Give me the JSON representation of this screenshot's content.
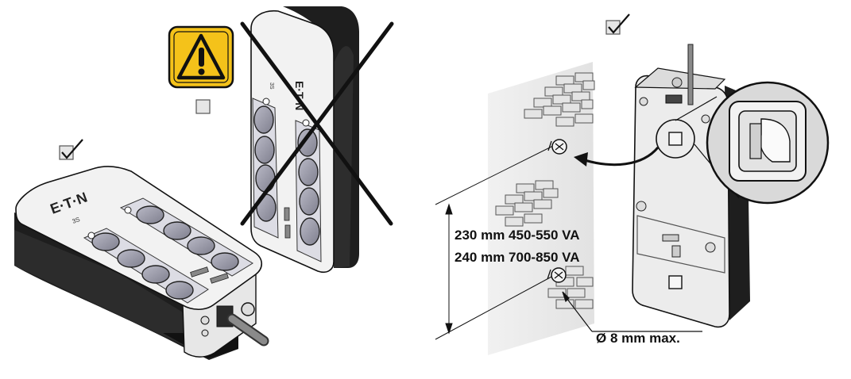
{
  "labels": {
    "size_line_1": "230 mm 450-550 VA",
    "size_line_2": "240 mm 700-850 VA",
    "screw_diameter": "Ø 8 mm max.",
    "brand": "E·T·N",
    "model": "3S"
  },
  "icons": {
    "warning": "warning-triangle-icon",
    "checked": "checkbox-checked-icon",
    "unchecked": "checkbox-unchecked-icon",
    "prohibited": "cross-out-icon",
    "arrow": "curved-arrow-icon"
  },
  "colors": {
    "warning_yellow": "#f4c21a",
    "line": "#111111",
    "device_light": "#f1f1f1",
    "device_dark": "#222222",
    "socket": "#9a9aa8",
    "wall": "#e9e9e9"
  }
}
